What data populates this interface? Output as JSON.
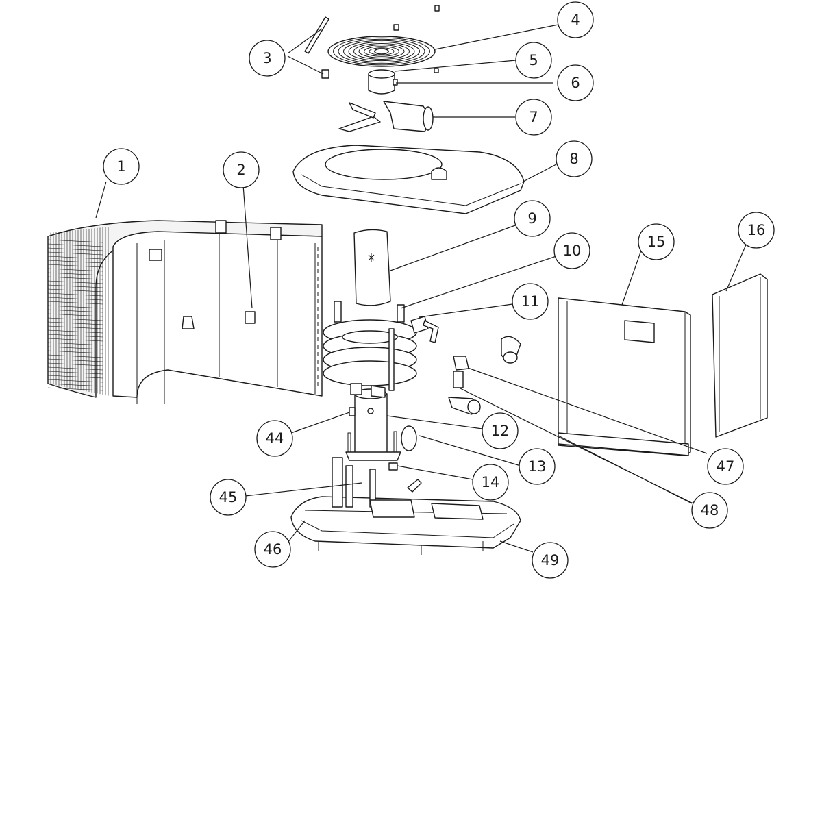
{
  "callouts": [
    {
      "id": "c1",
      "label": "1"
    },
    {
      "id": "c2",
      "label": "2"
    },
    {
      "id": "c3",
      "label": "3"
    },
    {
      "id": "c4",
      "label": "4"
    },
    {
      "id": "c5",
      "label": "5"
    },
    {
      "id": "c6",
      "label": "6"
    },
    {
      "id": "c7",
      "label": "7"
    },
    {
      "id": "c8",
      "label": "8"
    },
    {
      "id": "c9",
      "label": "9"
    },
    {
      "id": "c10",
      "label": "10"
    },
    {
      "id": "c11",
      "label": "11"
    },
    {
      "id": "c12",
      "label": "12"
    },
    {
      "id": "c13",
      "label": "13"
    },
    {
      "id": "c14",
      "label": "14"
    },
    {
      "id": "c15",
      "label": "15"
    },
    {
      "id": "c16",
      "label": "16"
    },
    {
      "id": "c44",
      "label": "44"
    },
    {
      "id": "c45",
      "label": "45"
    },
    {
      "id": "c46",
      "label": "46"
    },
    {
      "id": "c47",
      "label": "47"
    },
    {
      "id": "c48",
      "label": "48"
    },
    {
      "id": "c49",
      "label": "49"
    }
  ]
}
